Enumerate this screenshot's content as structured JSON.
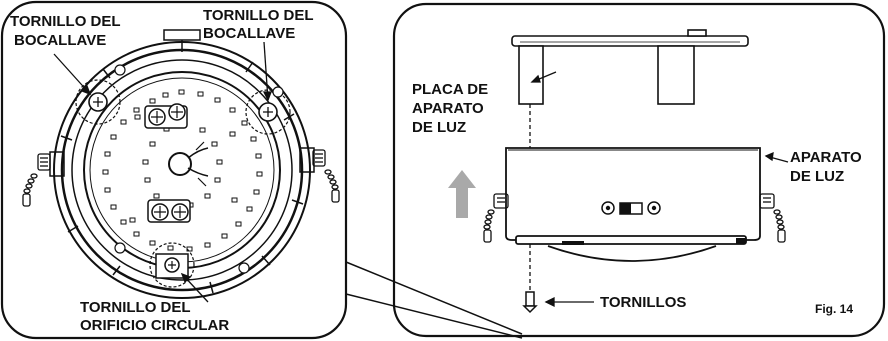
{
  "left_panel": {
    "label_keyhole_left_line1": "TORNILLO DEL",
    "label_keyhole_left_line2": "BOCALLAVE",
    "label_keyhole_right_line1": "TORNILLO DEL",
    "label_keyhole_right_line2": "BOCALLAVE",
    "label_round_hole_line1": "TORNILLO DEL",
    "label_round_hole_line2": "ORIFICIO CIRCULAR"
  },
  "right_panel": {
    "label_plate_line1": "PLACA DE",
    "label_plate_line2": "APARATO",
    "label_plate_line3": "DE LUZ",
    "label_fixture_line1": "APARATO",
    "label_fixture_line2": "DE LUZ",
    "label_screws": "TORNILLOS",
    "figure_number": "Fig. 14"
  },
  "colors": {
    "outline": "#111111",
    "arrow_fill": "#a9a9a9"
  }
}
